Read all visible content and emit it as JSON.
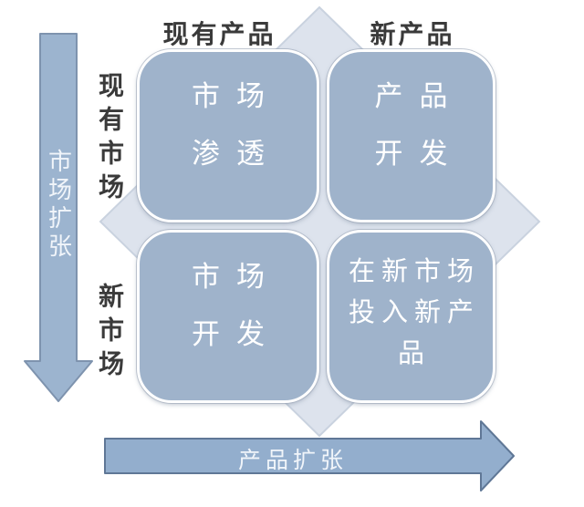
{
  "diagram": {
    "type": "2x2-matrix",
    "column_headers": {
      "existing_products": "现有产品",
      "new_products": "新产品"
    },
    "row_headers": {
      "existing_market": "现有市场",
      "new_market": "新市场"
    },
    "axis_arrows": {
      "vertical_label": "市场扩张",
      "horizontal_label": "产品扩张"
    },
    "quadrants": [
      {
        "position": "top-left",
        "lines": [
          "市场",
          "渗透"
        ]
      },
      {
        "position": "top-right",
        "lines": [
          "产品",
          "开发"
        ]
      },
      {
        "position": "bottom-left",
        "lines": [
          "市场",
          "开发"
        ]
      },
      {
        "position": "bottom-right",
        "lines": [
          "在新市场",
          "投入新产",
          "品"
        ]
      }
    ],
    "colors": {
      "box_fill": "#9FB3CB",
      "box_border": "#FFFFFF",
      "box_text": "#FFFFFF",
      "arrow_fill": "#93AECD",
      "arrow_fill_light": "#9CB4CF",
      "arrow_border_dark": "#5F7796",
      "arrow_border_light": "#7E93AE",
      "diamond_fill": "#DDE3ED",
      "diamond_border": "#C9D2DF",
      "header_text": "#3A3A3A"
    }
  }
}
